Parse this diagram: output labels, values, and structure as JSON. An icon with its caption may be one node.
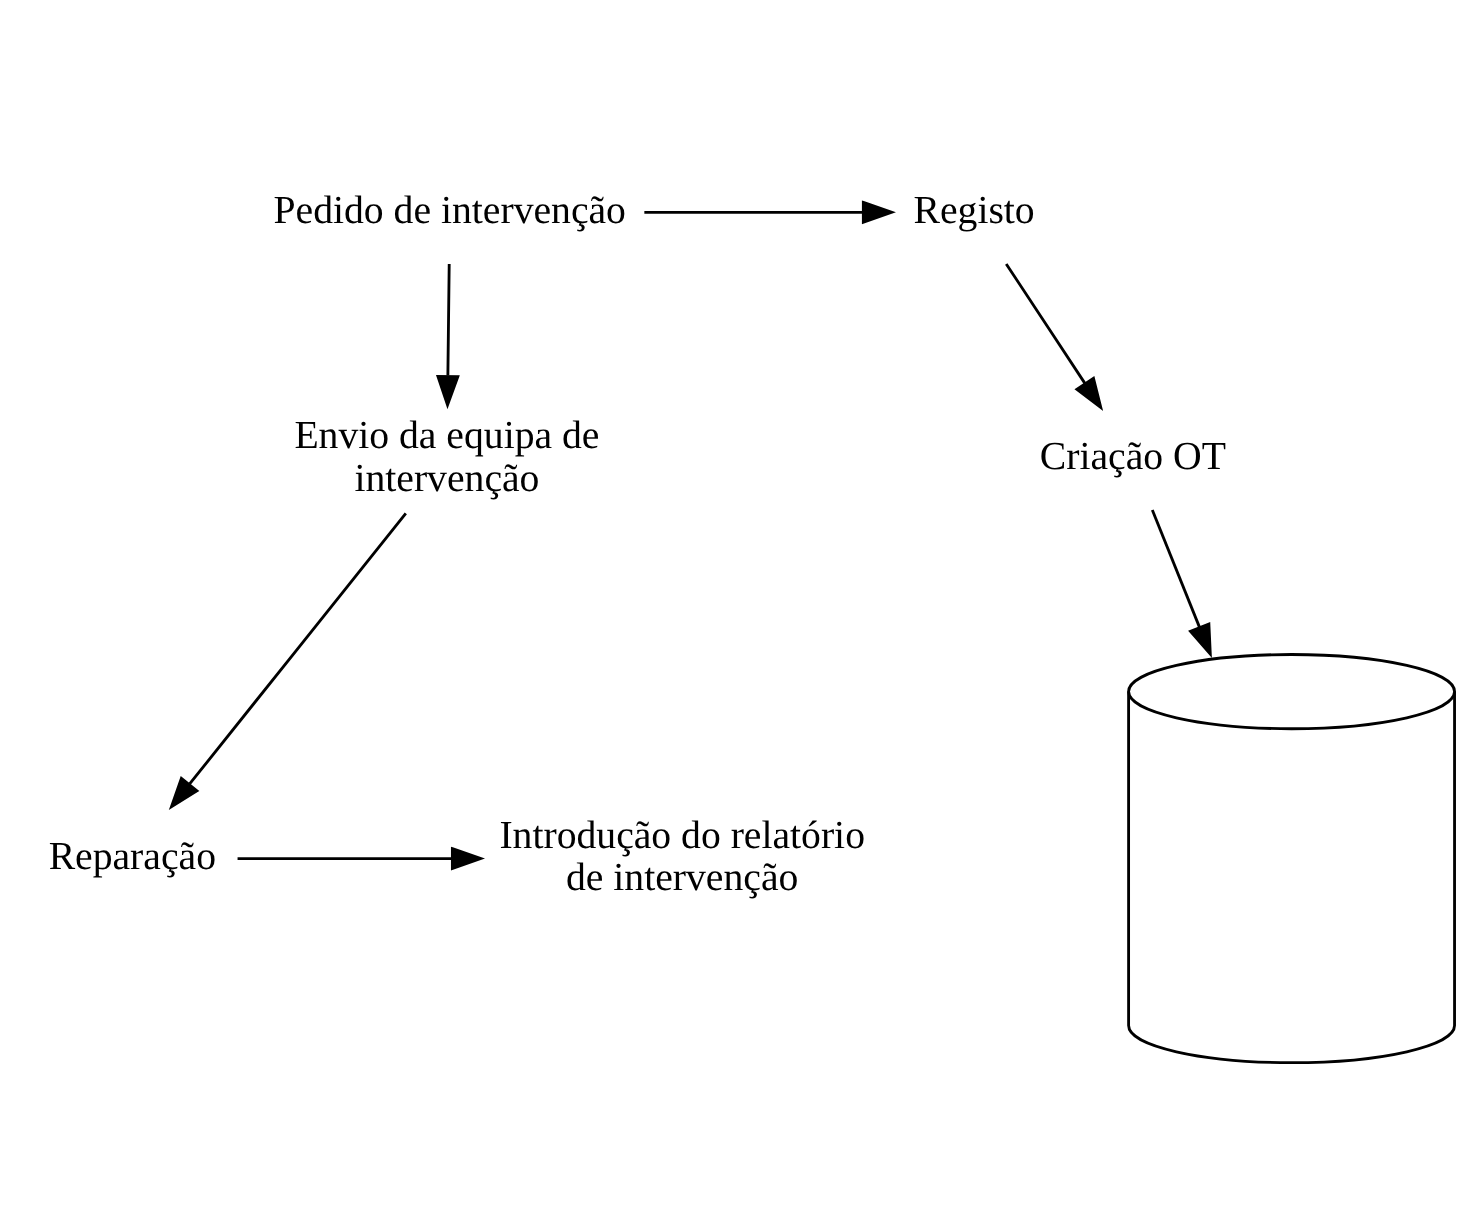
{
  "diagram": {
    "nodes": [
      {
        "text": [
          "Pedido de intervenção"
        ]
      },
      {
        "text": [
          "Registo"
        ]
      },
      {
        "text": [
          "Criação OT"
        ]
      },
      {
        "text": [],
        "shape": "cylinder"
      },
      {
        "text": [
          "Envio da equipa de intervenção"
        ]
      },
      {
        "text": [
          "Reparação"
        ]
      },
      {
        "text": [
          "Introdução do relatório de intervenção"
        ]
      }
    ],
    "edges": [
      {
        "from": 0,
        "to": 1,
        "arrow": "to"
      },
      {
        "from": 1,
        "to": 2,
        "arrow": "to"
      },
      {
        "from": 2,
        "to": 3,
        "arrow": "to"
      },
      {
        "from": 0,
        "to": 4,
        "arrow": "to"
      },
      {
        "from": 4,
        "to": 5,
        "arrow": "to"
      },
      {
        "from": 5,
        "to": 6,
        "arrow": "to"
      }
    ]
  }
}
